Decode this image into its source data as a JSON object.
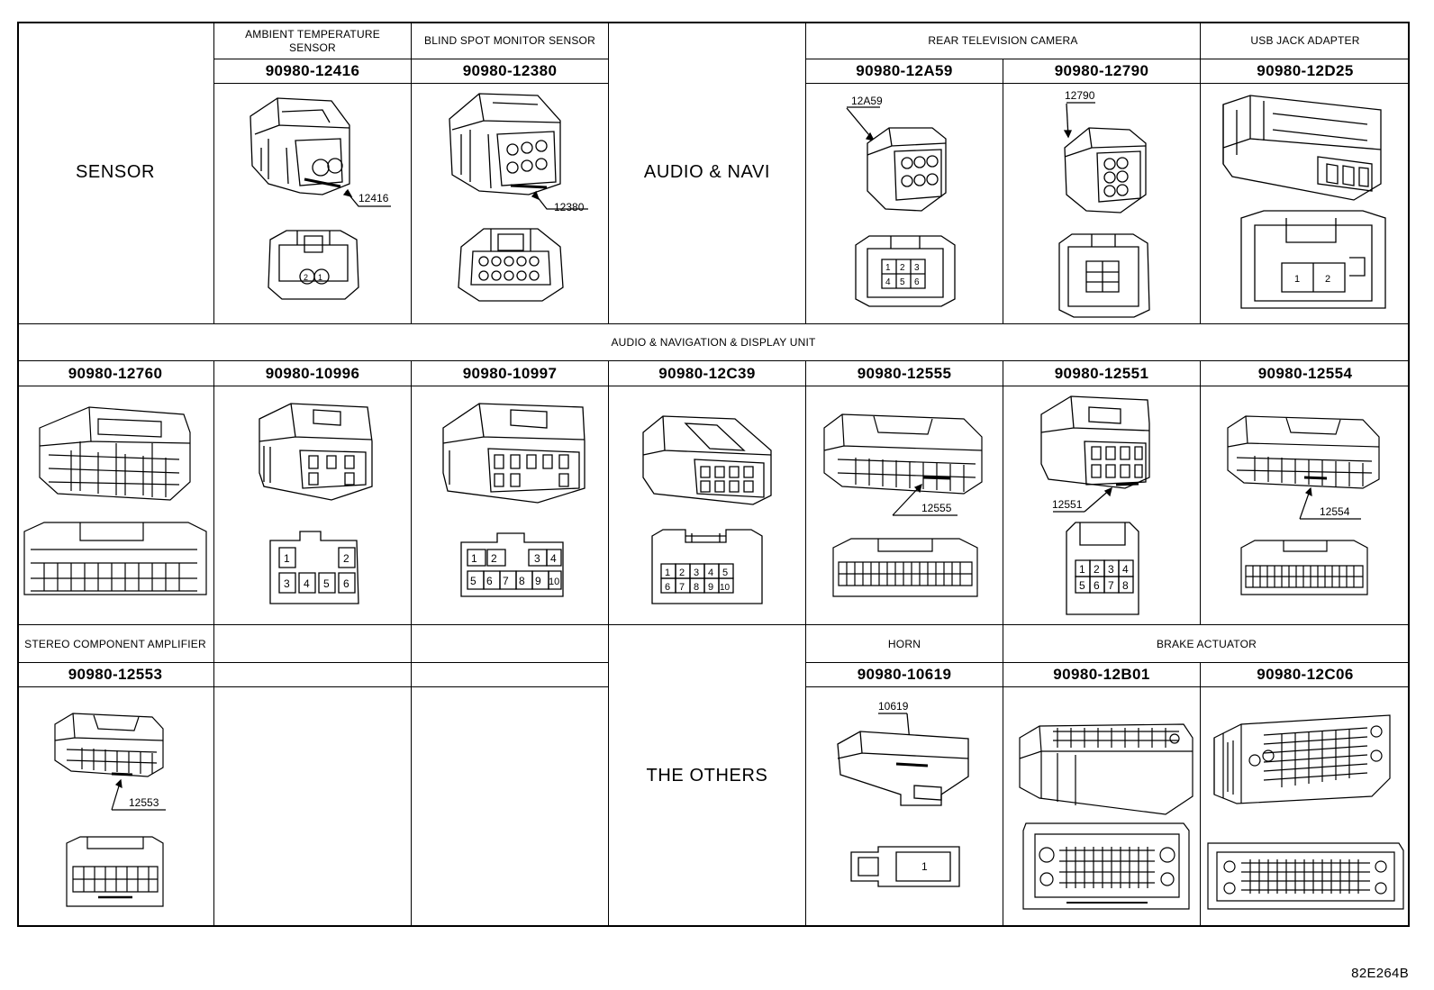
{
  "sections": {
    "sensor": {
      "label": "SENSOR",
      "connectors": [
        {
          "name": "AMBIENT TEMPERATURE SENSOR",
          "part": "90980-12416",
          "callout": "12416",
          "pins": [
            "2",
            "1"
          ]
        },
        {
          "name": "BLIND SPOT MONITOR SENSOR",
          "part": "90980-12380",
          "callout": "12380"
        }
      ]
    },
    "audio_navi": {
      "label": "AUDIO & NAVI",
      "rear_camera": {
        "name": "REAR TELEVISION CAMERA",
        "connectors": [
          {
            "part": "90980-12A59",
            "callout": "12A59",
            "pins": [
              "1",
              "2",
              "3",
              "4",
              "5",
              "6"
            ]
          },
          {
            "part": "90980-12790",
            "callout": "12790"
          }
        ]
      },
      "usb": {
        "name": "USB JACK ADAPTER",
        "part": "90980-12D25",
        "pins": [
          "1",
          "2"
        ]
      }
    },
    "display_unit": {
      "name": "AUDIO & NAVIGATION & DISPLAY UNIT",
      "connectors": [
        {
          "part": "90980-12760"
        },
        {
          "part": "90980-10996",
          "pins": [
            "1",
            "2",
            "3",
            "4",
            "5",
            "6"
          ]
        },
        {
          "part": "90980-10997",
          "pins": [
            "1",
            "2",
            "3",
            "4",
            "5",
            "6",
            "7",
            "8",
            "9",
            "10"
          ]
        },
        {
          "part": "90980-12C39",
          "pins": [
            "1",
            "2",
            "3",
            "4",
            "5",
            "6",
            "7",
            "8",
            "9",
            "10"
          ]
        },
        {
          "part": "90980-12555",
          "callout": "12555"
        },
        {
          "part": "90980-12551",
          "callout": "12551",
          "pins": [
            "1",
            "2",
            "3",
            "4",
            "5",
            "6",
            "7",
            "8"
          ]
        },
        {
          "part": "90980-12554",
          "callout": "12554"
        }
      ]
    },
    "amplifier": {
      "name": "STEREO COMPONENT AMPLIFIER",
      "part": "90980-12553",
      "callout": "12553"
    },
    "others": {
      "label": "THE OTHERS",
      "horn": {
        "name": "HORN",
        "part": "90980-10619",
        "callout": "10619",
        "pins": [
          "1"
        ]
      },
      "brake": {
        "name": "BRAKE ACTUATOR",
        "parts": [
          "90980-12B01",
          "90980-12C06"
        ]
      }
    }
  },
  "drawing_code": "82E264B"
}
